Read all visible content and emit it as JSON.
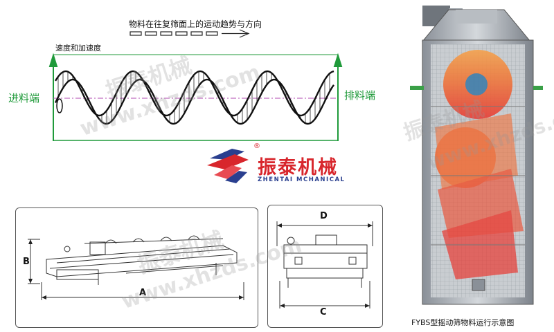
{
  "flow_caption": "物料在往复筛面上的运动趋势与方向",
  "speed_label": "速度和加速度",
  "inlet_label": "进料端",
  "outlet_label": "排料端",
  "logo": {
    "cn": "振泰机械",
    "en": "ZHENTAI MCHANICAL",
    "registered": "®"
  },
  "watermarks": {
    "cn": "振泰机械",
    "url": "www.xhzds.com"
  },
  "side_view": {
    "dim_a": "A",
    "dim_b": "B"
  },
  "end_view": {
    "dim_c": "C",
    "dim_d": "D"
  },
  "photo_caption": "FYBS型摇动筛物料运行示意图",
  "colors": {
    "green": "#1f9a3a",
    "logo_red": "#d8262c",
    "logo_blue": "#2a3f8f"
  }
}
